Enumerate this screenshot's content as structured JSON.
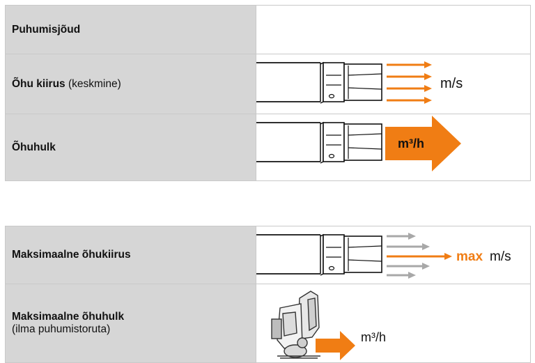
{
  "table1": {
    "rows": [
      {
        "label_bold": "Puhumisjõud",
        "label_rest": ""
      },
      {
        "label_bold": "Õhu kiirus",
        "label_rest": " (keskmine)",
        "unit": "m/s"
      },
      {
        "label_bold": "Õhuhulk",
        "label_rest": "",
        "unit": "m³/h"
      }
    ]
  },
  "table2": {
    "rows": [
      {
        "label_bold": "Maksimaalne õhukiirus",
        "label_rest": "",
        "max": "max",
        "unit": "m/s"
      },
      {
        "label_bold": "Maksimaalne õhuhulk",
        "label_line2": "(ilma puhumistoruta)",
        "unit": "m³/h"
      }
    ]
  },
  "colors": {
    "accent": "#f07d14",
    "label_bg": "#d6d6d6",
    "grey_arrow": "#a8a8a8"
  },
  "icons": [
    "blower-tube-icon",
    "flow-arrows-icon",
    "volume-arrow-icon",
    "backpack-blower-icon"
  ]
}
